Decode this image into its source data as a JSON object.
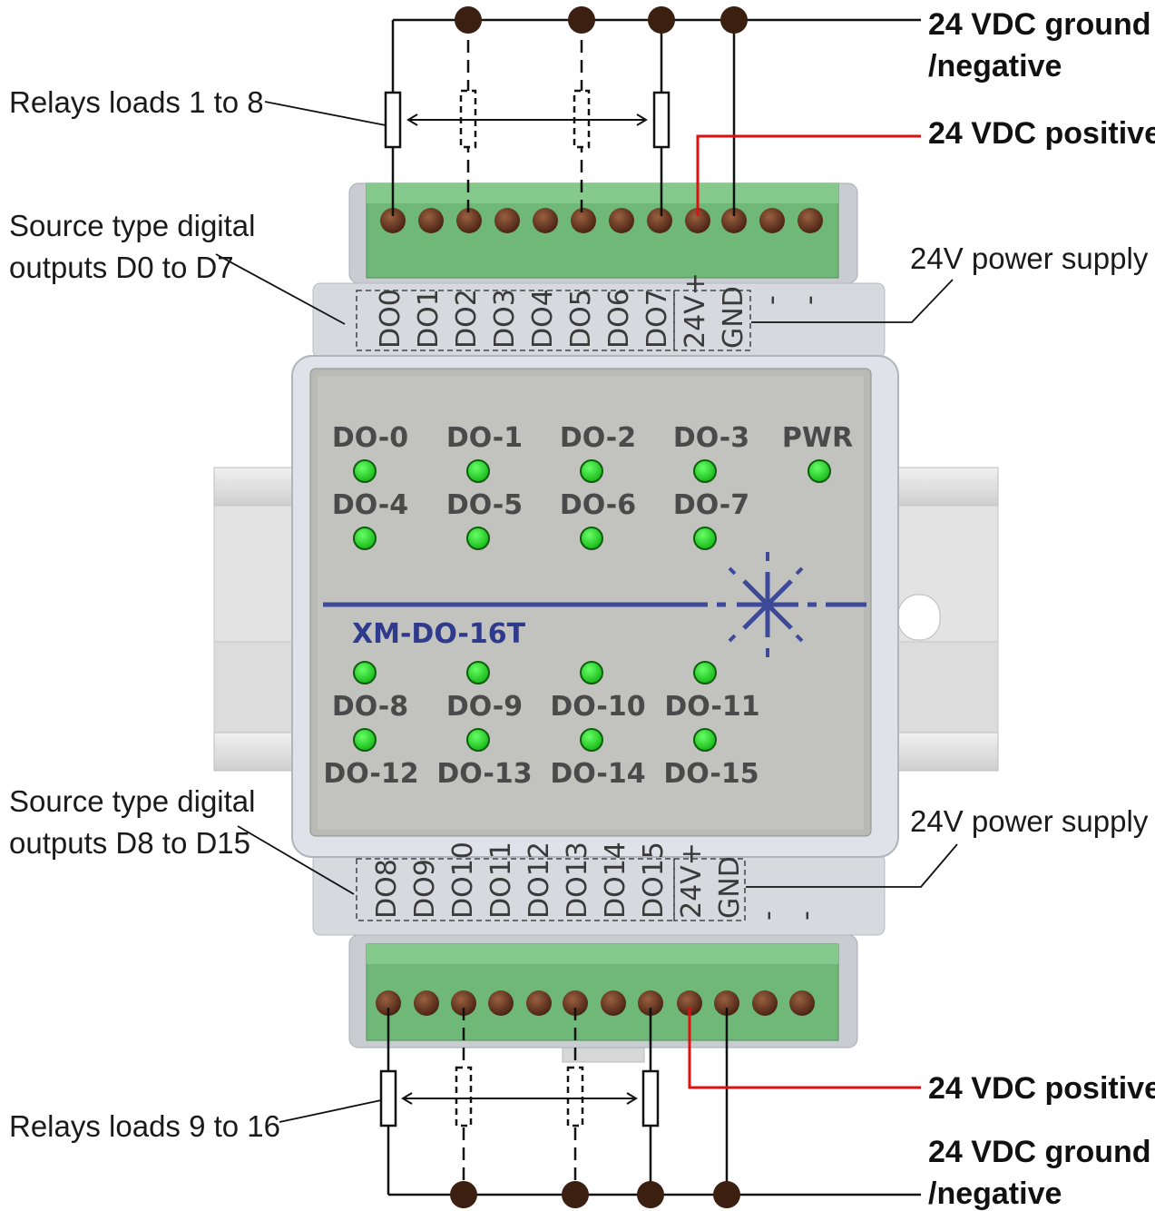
{
  "annotations": {
    "relays_top": "Relays loads 1 to 8",
    "relays_bottom": "Relays loads 9 to 16",
    "source_top_line1": "Source type digital",
    "source_top_line2": "outputs D0 to D7",
    "source_bottom_line1": "Source type digital",
    "source_bottom_line2": "outputs D8 to D15",
    "psu_top": "24V power supply",
    "psu_bottom": "24V power supply",
    "gnd_top_line1": "24 VDC ground",
    "gnd_top_line2": "/negative",
    "pos_top": "24 VDC positive",
    "pos_bottom": "24 VDC positive",
    "gnd_bottom_line1": "24 VDC ground",
    "gnd_bottom_line2": "/negative"
  },
  "module": {
    "model": "XM-DO-16T",
    "led_labels_top": [
      "DO-0",
      "DO-1",
      "DO-2",
      "DO-3",
      "PWR",
      "DO-4",
      "DO-5",
      "DO-6",
      "DO-7"
    ],
    "led_labels_bottom": [
      "DO-8",
      "DO-9",
      "DO-10",
      "DO-11",
      "DO-12",
      "DO-13",
      "DO-14",
      "DO-15"
    ],
    "terminals_top": [
      "DO0",
      "DO1",
      "DO2",
      "DO3",
      "DO4",
      "DO5",
      "DO6",
      "DO7",
      "24V+",
      "GND",
      "-",
      "-"
    ],
    "terminals_bottom": [
      "DO8",
      "DO9",
      "DO10",
      "DO11",
      "DO12",
      "DO13",
      "DO14",
      "DO15",
      "24V+",
      "GND",
      "-",
      "-"
    ]
  },
  "colors": {
    "led_green": "#22cc22",
    "terminal_block": "#6fb878",
    "screw": "#6b3b26",
    "positive_wire": "#e01010",
    "ground_wire": "#111111",
    "node": "#3b1f10",
    "model_text": "#2e3a8c",
    "housing": "#d6d9de"
  }
}
